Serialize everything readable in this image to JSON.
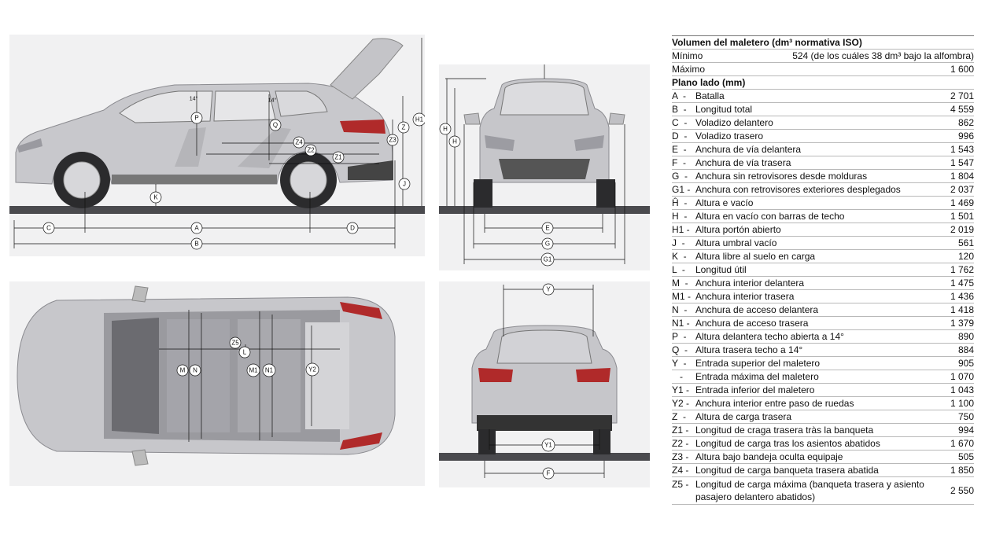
{
  "diagram_labels": {
    "side": [
      "A",
      "B",
      "C",
      "D",
      "H1",
      "Z",
      "Z3",
      "J",
      "K",
      "P",
      "Q",
      "Z1",
      "Z2",
      "Z4"
    ],
    "front": [
      "H",
      "H",
      "E",
      "G",
      "G1"
    ],
    "top": [
      "Z5",
      "L",
      "M",
      "N",
      "M1",
      "N1",
      "Y2"
    ],
    "rear": [
      "Y",
      "Y1",
      "F"
    ]
  },
  "side_angles": {
    "front_roof": "14°",
    "rear_roof": "14°"
  },
  "spec_table": {
    "trunk_title": "Volumen del maletero (dm³ normativa ISO)",
    "trunk_rows": [
      {
        "label": "Mínimo",
        "value": "524 (de los cuáles 38 dm³ bajo la alfombra)"
      },
      {
        "label": "Máximo",
        "value": "1 600"
      }
    ],
    "plan_title": "Plano lado (mm)",
    "rows": [
      {
        "code": "A  -",
        "label": "Batalla",
        "value": "2 701"
      },
      {
        "code": "B  -",
        "label": "Longitud total",
        "value": "4 559"
      },
      {
        "code": "C  -",
        "label": "Voladizo delantero",
        "value": "862"
      },
      {
        "code": "D  -",
        "label": "Voladizo trasero",
        "value": "996"
      },
      {
        "code": "E  -",
        "label": "Anchura de vía delantera",
        "value": "1 543"
      },
      {
        "code": "F  -",
        "label": "Anchura de vía trasera",
        "value": "1 547"
      },
      {
        "code": "G  -",
        "label": "Anchura sin retrovisores desde molduras",
        "value": "1 804"
      },
      {
        "code": "G1 -",
        "label": "Anchura con retrovisores exteriores desplegados",
        "value": "2 037"
      },
      {
        "code": "Ĥ  -",
        "label": "Altura e vacío",
        "value": "1 469"
      },
      {
        "code": "H  -",
        "label": "Altura en vacío con barras de techo",
        "value": "1 501"
      },
      {
        "code": "H1 -",
        "label": "Altura portón abierto",
        "value": "2 019"
      },
      {
        "code": "J  -",
        "label": "Altura umbral vacío",
        "value": "561"
      },
      {
        "code": "K  -",
        "label": "Altura libre al suelo en carga",
        "value": "120"
      },
      {
        "code": "L  -",
        "label": "Longitud útil",
        "value": "1 762"
      },
      {
        "code": "M  -",
        "label": "Anchura interior delantera",
        "value": "1 475"
      },
      {
        "code": "M1 -",
        "label": "Anchura interior trasera",
        "value": "1 436"
      },
      {
        "code": "N  -",
        "label": "Anchura de acceso delantera",
        "value": "1 418"
      },
      {
        "code": "N1 -",
        "label": "Anchura de acceso trasera",
        "value": "1 379"
      },
      {
        "code": "P  -",
        "label": "Altura delantera techo abierta a 14°",
        "value": "890"
      },
      {
        "code": "Q  -",
        "label": "Altura trasera techo a 14°",
        "value": "884"
      },
      {
        "code": "Y  -",
        "label": "Entrada superior del maletero",
        "value": "905"
      },
      {
        "code": "   -",
        "label": "Entrada máxima del maletero",
        "value": "1 070"
      },
      {
        "code": "Y1 -",
        "label": "Entrada inferior del maletero",
        "value": "1 043"
      },
      {
        "code": "Y2 -",
        "label": "Anchura interior entre paso de ruedas",
        "value": "1 100"
      },
      {
        "code": "Z  -",
        "label": "Altura de carga trasera",
        "value": "750"
      },
      {
        "code": "Z1 -",
        "label": "Longitud de craga trasera tràs la banqueta",
        "value": "994"
      },
      {
        "code": "Z2 -",
        "label": "Longitud de carga tras los asientos abatidos",
        "value": "1 670"
      },
      {
        "code": "Z3 -",
        "label": "Altura bajo bandeja oculta equipaje",
        "value": "505"
      },
      {
        "code": "Z4 -",
        "label": "Longitud de carga banqueta trasera abatida",
        "value": "1 850"
      },
      {
        "code": "Z5 -",
        "label": "Longitud de carga máxima (banqueta trasera y asiento pasajero delantero abatidos)",
        "value": "2 550"
      }
    ]
  }
}
